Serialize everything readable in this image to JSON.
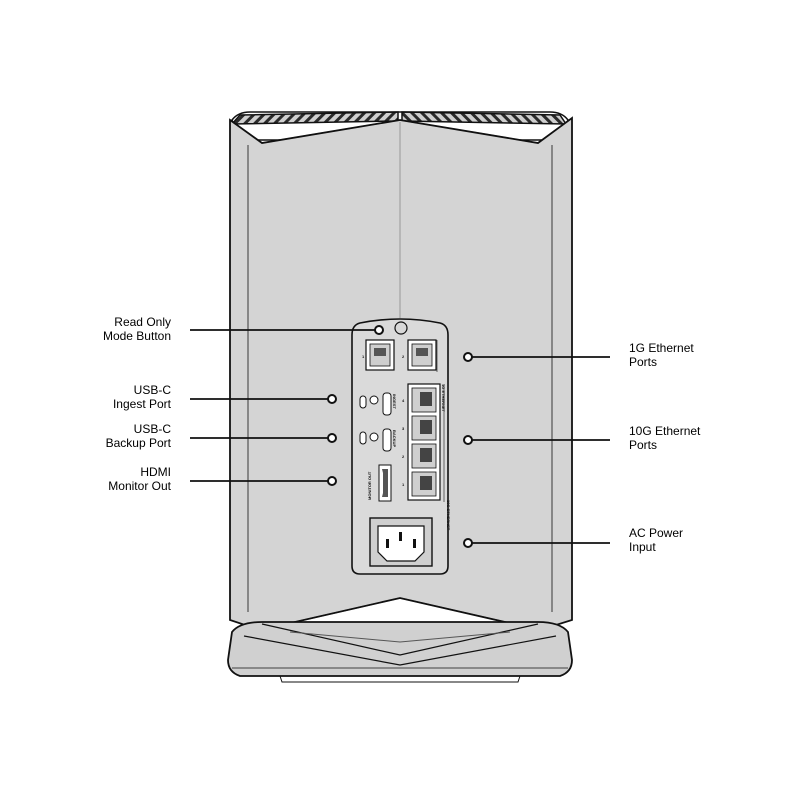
{
  "callouts": {
    "read_only": {
      "line1": "Read Only",
      "line2": "Mode Button"
    },
    "usbc_ingest": {
      "line1": "USB-C",
      "line2": "Ingest Port"
    },
    "usbc_backup": {
      "line1": "USB-C",
      "line2": "Backup Port"
    },
    "hdmi": {
      "line1": "HDMI",
      "line2": "Monitor Out"
    },
    "gig_ethernet": {
      "line1": "1G Ethernet",
      "line2": "Ports"
    },
    "ten_gig_ethernet": {
      "line1": "10G Ethernet",
      "line2": "Ports"
    },
    "ac_power": {
      "line1": "AC Power",
      "line2": "Input"
    }
  },
  "panel_markings": {
    "one_g_ethernet": "1G ETHERNET",
    "ten_g_ethernet": "10G ETHERNET",
    "ingest": "INGEST",
    "backup": "BACKUP",
    "monitor_out": "MONITOR OUT",
    "port_1": "1",
    "port_2": "2",
    "port_3": "3",
    "port_4": "4"
  },
  "colors": {
    "body": "#d4d4d4",
    "panel": "#dadada",
    "outline": "#111111",
    "background": "#ffffff"
  }
}
